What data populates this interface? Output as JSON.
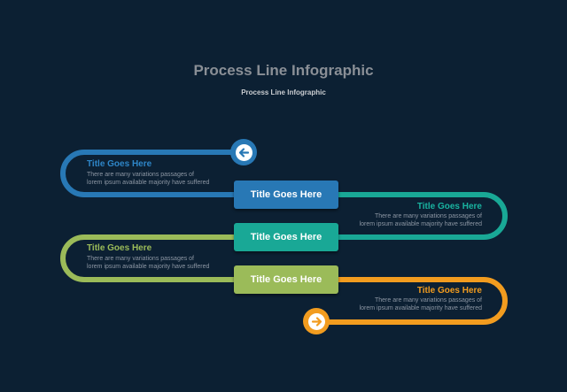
{
  "header": {
    "title": "Process Line Infographic",
    "subtitle": "Process Line Infographic"
  },
  "colors": {
    "background": "#0c2033",
    "blue": "#2878b5",
    "teal": "#19a896",
    "green": "#9bbb59",
    "orange": "#f29c1f"
  },
  "steps": [
    {
      "title": "Title Goes Here",
      "text": "There are many variations passages of lorem ipsum available  majority have suffered"
    },
    {
      "title": "Title Goes Here",
      "text": "There are many variations passages of lorem ipsum available  majority have suffered"
    },
    {
      "title": "Title Goes Here",
      "text": "There are many variations passages of lorem ipsum available  majority have suffered"
    },
    {
      "title": "Title Goes Here",
      "text": "There are many variations passages of lorem ipsum available  majority have suffered"
    }
  ],
  "boxes": [
    {
      "label": "Title Goes Here"
    },
    {
      "label": "Title Goes Here"
    },
    {
      "label": "Title Goes Here"
    }
  ],
  "icons": {
    "start": "arrow-left-icon",
    "end": "arrow-right-icon"
  }
}
